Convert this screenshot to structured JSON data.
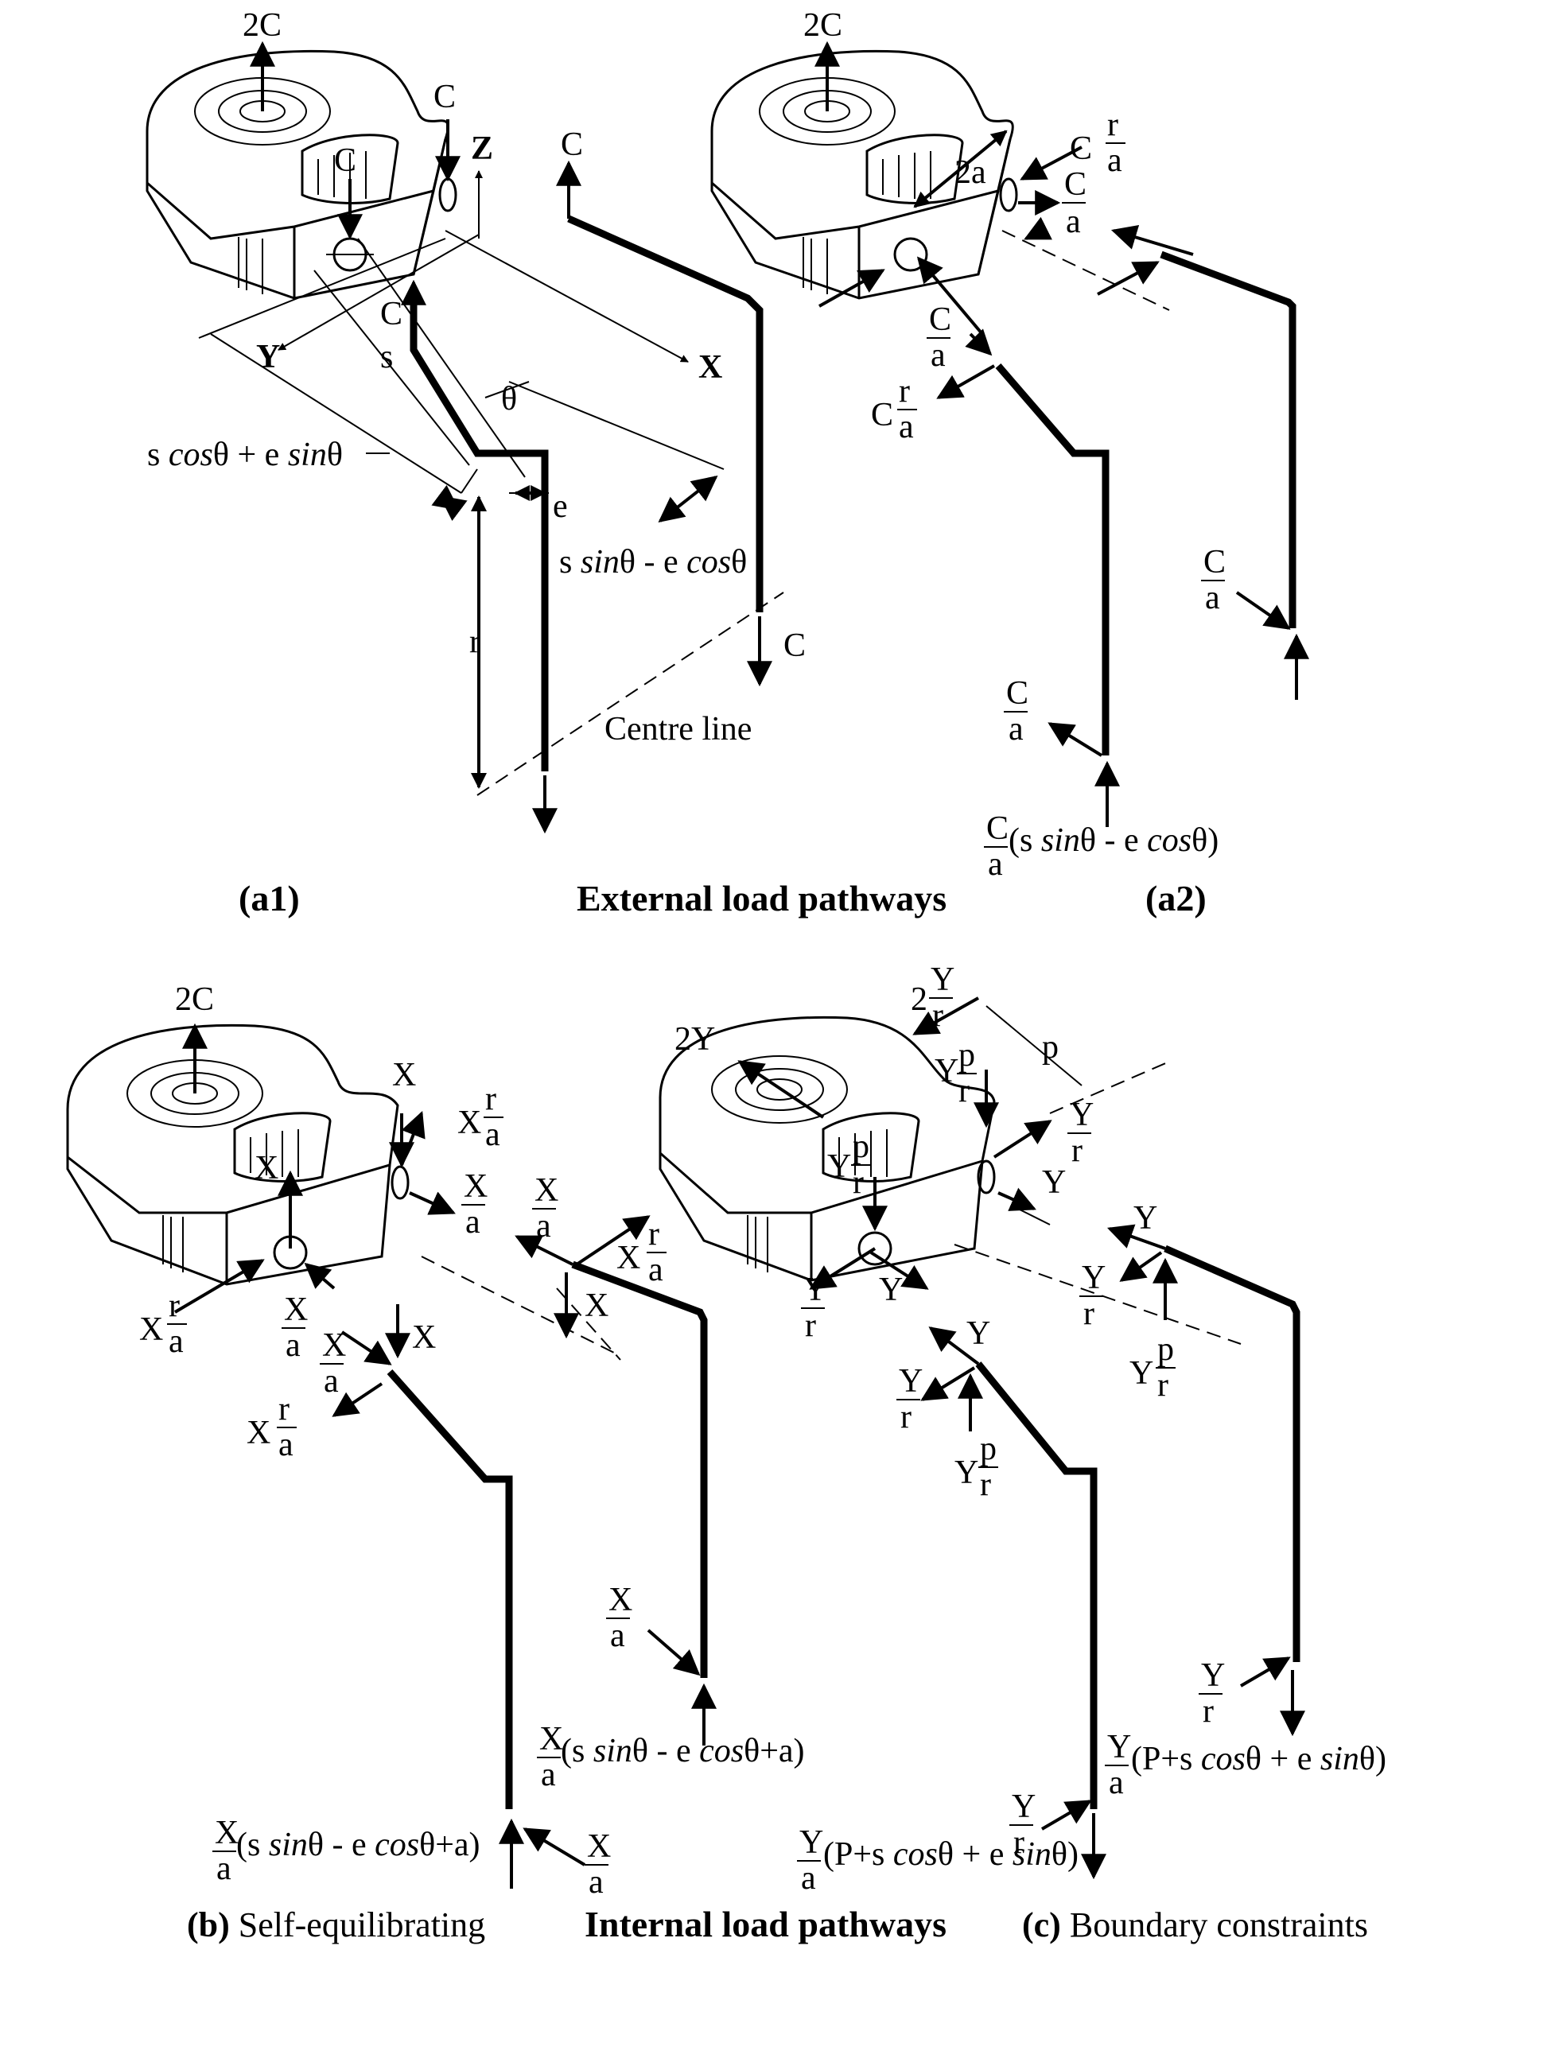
{
  "panel_a1": {
    "force_top": "2C",
    "force_c": "C",
    "axis_z": "Z",
    "axis_y": "Y",
    "axis_x": "X",
    "dim_s": "s",
    "angle": "θ",
    "dim_e": "e",
    "dim_r": "r",
    "expr_cos_a": "s ",
    "expr_cos_b": "cos",
    "expr_cos_c": "θ + e ",
    "expr_cos_d": "sin",
    "expr_cos_e": "θ",
    "expr_sin_a": "s ",
    "expr_sin_b": "sin",
    "expr_sin_c": "θ - e ",
    "expr_sin_d": "cos",
    "expr_sin_e": "θ",
    "centre_line": "Centre line",
    "caption": "(a1)"
  },
  "panel_a2": {
    "force_top": "2C",
    "frac_num": "C",
    "frac_den": "a",
    "frac_r": "r",
    "dim_2a": "2a",
    "tail_a": "(s ",
    "tail_b": "sin",
    "tail_c": "θ - e ",
    "tail_d": "cos",
    "tail_e": "θ)",
    "caption": "(a2)"
  },
  "title_external": "External load pathways",
  "panel_b": {
    "force_top": "2C",
    "x": "X",
    "a": "a",
    "r": "r",
    "tail_a": "(s ",
    "tail_b": "sin",
    "tail_c": "θ - e ",
    "tail_d": "cos",
    "tail_e": "θ+a)",
    "caption_bold": "(b)",
    "caption_rest": " Self-equilibrating"
  },
  "panel_c": {
    "y": "Y",
    "two": "2",
    "two_y": "2Y",
    "r": "r",
    "p": "p",
    "a": "a",
    "tail_a": "(P+s ",
    "tail_b": "cos",
    "tail_c": "θ + e ",
    "tail_d": "sin",
    "tail_e": "θ)",
    "caption_bold": "(c)",
    "caption_rest": " Boundary constraints"
  },
  "title_internal": "Internal load pathways"
}
